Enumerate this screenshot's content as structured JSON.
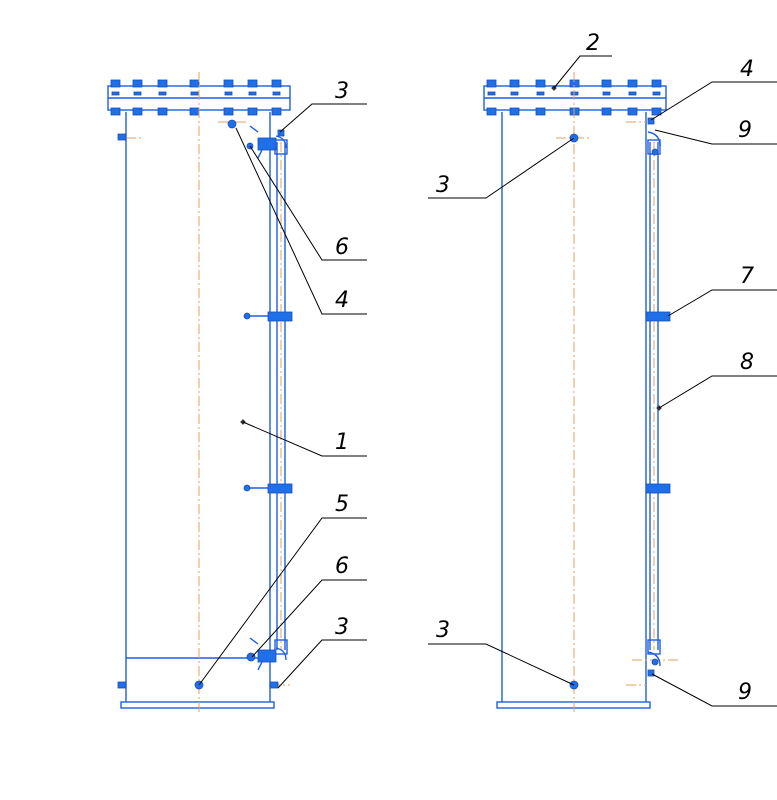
{
  "drawing": {
    "colors": {
      "outline": "#1f5fe0",
      "fill": "#1f6fe8",
      "axis": "#e0a060",
      "callout": "#000000"
    },
    "views": [
      {
        "name": "left-view",
        "callouts": [
          {
            "id": "l-3a",
            "text": "3"
          },
          {
            "id": "l-6a",
            "text": "6"
          },
          {
            "id": "l-4",
            "text": "4"
          },
          {
            "id": "l-1",
            "text": "1"
          },
          {
            "id": "l-5",
            "text": "5"
          },
          {
            "id": "l-6b",
            "text": "6"
          },
          {
            "id": "l-3b",
            "text": "3"
          }
        ]
      },
      {
        "name": "right-view",
        "callouts": [
          {
            "id": "r-2",
            "text": "2"
          },
          {
            "id": "r-4",
            "text": "4"
          },
          {
            "id": "r-9a",
            "text": "9"
          },
          {
            "id": "r-3a",
            "text": "3"
          },
          {
            "id": "r-7",
            "text": "7"
          },
          {
            "id": "r-8",
            "text": "8"
          },
          {
            "id": "r-3b",
            "text": "3"
          },
          {
            "id": "r-9b",
            "text": "9"
          }
        ]
      }
    ]
  }
}
